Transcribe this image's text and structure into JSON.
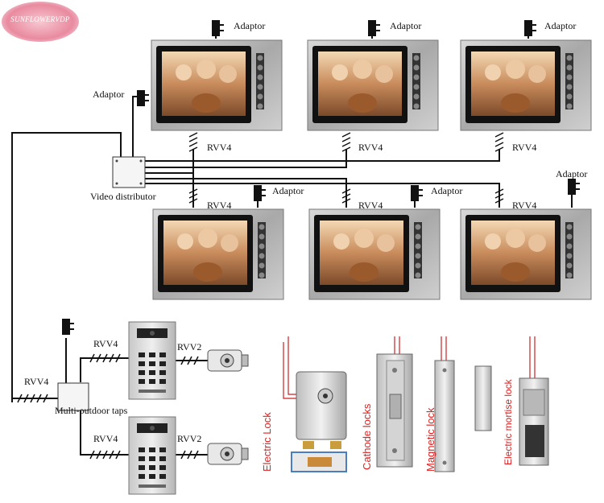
{
  "logo": {
    "text": "SUNFLOWERVDP"
  },
  "labels": {
    "adaptor": "Adaptor",
    "rvv4": "RVV4",
    "rvv2": "RVV2",
    "video_distributor": "Video distributor",
    "multi_outdoor_taps": "Multi-outdoor taps"
  },
  "locks": [
    {
      "name": "Electric Lock"
    },
    {
      "name": "Cathode locks"
    },
    {
      "name": "Magnetic lock"
    },
    {
      "name": "Electric mortise lock"
    }
  ],
  "colors": {
    "wire": "#111111",
    "lock_wire": "#cc2020",
    "lock_text": "#e02020",
    "monitor_frame": "#b8b8b8"
  }
}
